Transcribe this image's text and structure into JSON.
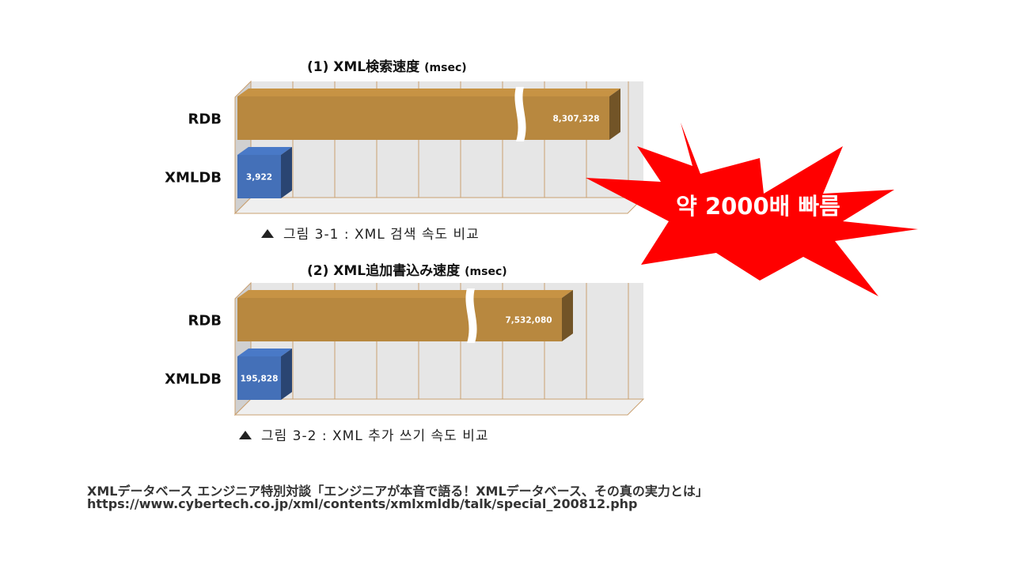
{
  "chart_data": [
    {
      "type": "bar",
      "orientation": "horizontal",
      "title": "(1) XML検索速度",
      "unit": "(msec)",
      "categories": [
        "RDB",
        "XMLDB"
      ],
      "values": [
        8307328,
        3922
      ],
      "data_labels": [
        "8,307,328",
        "3,922"
      ],
      "axis_break": true,
      "series_colors": [
        "#b8883f",
        "#4470b8"
      ],
      "caption": "그림 3-1 : XML 검색 속도 비교"
    },
    {
      "type": "bar",
      "orientation": "horizontal",
      "title": "(2) XML追加書込み速度",
      "unit": "(msec)",
      "categories": [
        "RDB",
        "XMLDB"
      ],
      "values": [
        7532080,
        195828
      ],
      "data_labels": [
        "7,532,080",
        "195,828"
      ],
      "axis_break": true,
      "series_colors": [
        "#b8883f",
        "#4470b8"
      ],
      "caption": "그림 3-2 : XML 추가 쓰기 속도 비교"
    }
  ],
  "callout": {
    "text": "약 2000배 빠름",
    "color": "#ff0000"
  },
  "source": {
    "line1": "XMLデータベース エンジニア特別対談「エンジニアが本音で語る！XMLデータベース、その真の実力とは」",
    "line2": "https://www.cybertech.co.jp/xml/contents/xmlxmldb/talk/special_200812.php"
  }
}
